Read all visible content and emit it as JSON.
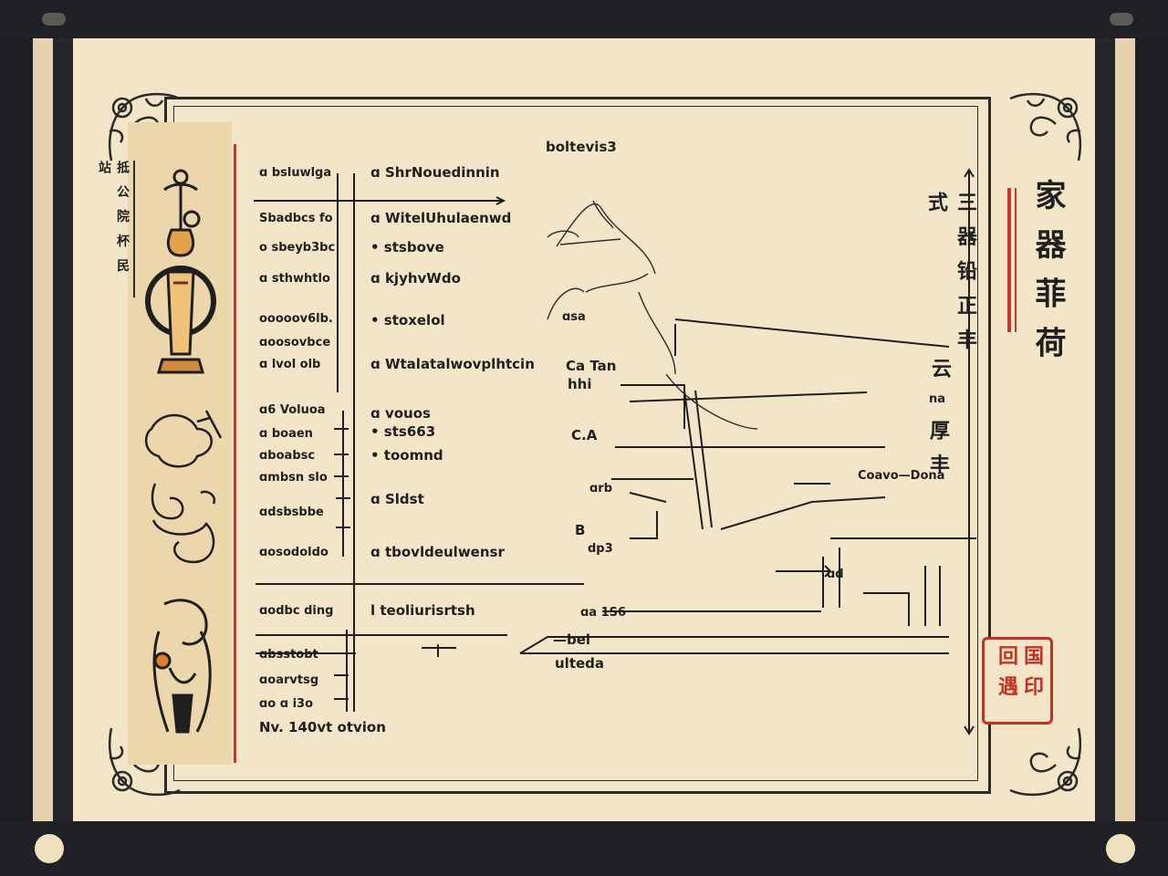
{
  "chart_title": "boltevis3",
  "left_vertical_label": "抵 公 院 杯 民 站",
  "right_title": "家 器 菲 荷",
  "right_mid_label": "三 器 铅 正 丰 式",
  "right_mid_label_2": "云",
  "right_small_na": "na",
  "right_lower_label": "厚 丰",
  "seal_text": "国 印 回 遇",
  "left_rows": [
    {
      "label": "ɑ bsluwlga",
      "value": "ɑ ShrNouedinnin"
    },
    {
      "label": "Sbadbcs fo",
      "value": "ɑ WitelUhulaenwd"
    },
    {
      "label": "o sbeyb3bc",
      "value": "• stsbove"
    },
    {
      "label": "ɑ sthwhtlo",
      "value": "ɑ kjyhvWdo"
    },
    {
      "label": "ooooov6lb.",
      "value": "• stoxelol"
    },
    {
      "label": "ɑoosovbce",
      "value": ""
    },
    {
      "label": "ɑ lvol olb",
      "value": "ɑ Wtalatalwovplhtcin"
    },
    {
      "label": "ɑ6 Voluoa",
      "value": "ɑ vouos"
    },
    {
      "label": "ɑ boaen",
      "value": "• sts663"
    },
    {
      "label": "ɑboabsc",
      "value": "• toomnd"
    },
    {
      "label": "ɑmbsn slo",
      "value": "ɑ Sldst"
    },
    {
      "label": "ɑdsbsbbe",
      "value": ""
    },
    {
      "label": "ɑosodoldo",
      "value": "ɑ tbovldeulwensr"
    }
  ],
  "bottom_rows": [
    {
      "label": "ɑodbc ding",
      "value": "l teoliurisrtsh"
    },
    {
      "label": "ɑbsstobt",
      "value": ""
    },
    {
      "label": "ɑoarvtsg",
      "value": ""
    },
    {
      "label": "ɑo ɑ i3o",
      "value": ""
    },
    {
      "label": "Nv. 140vt otvion",
      "value": ""
    }
  ],
  "diagram_labels": {
    "lab1": "ɑsa",
    "lab2": "Ca Tan",
    "lab3": "hhi",
    "lab4": "C.A",
    "lab5": "ɑrb",
    "lab6": "B",
    "lab7": "dp3",
    "lab8": "ɑd",
    "lab9": "ɑa 1S6",
    "lab10": "—bel",
    "lab11": "ulteda",
    "lab12": "Coavo—Dona"
  }
}
